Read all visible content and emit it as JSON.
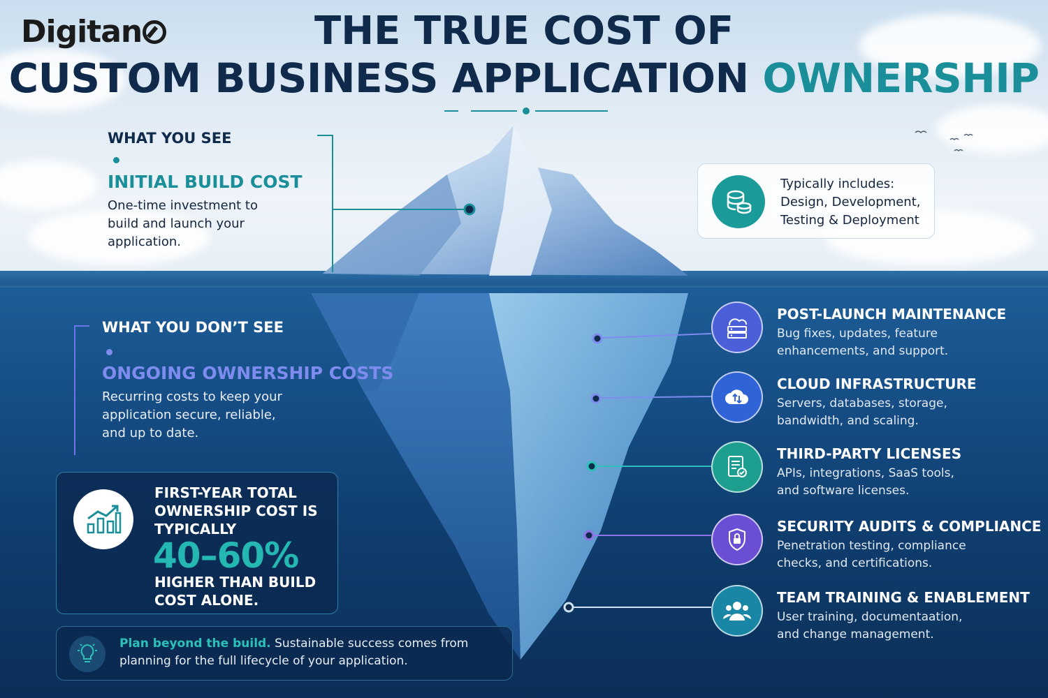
{
  "logo": {
    "text_prefix": "Digitan"
  },
  "title": {
    "line1": "THE TRUE COST OF",
    "line2_main": "CUSTOM BUSINESS APPLICATION",
    "line2_accent": "OWNERSHIP"
  },
  "visible_section": {
    "label": "WHAT YOU SEE",
    "heading": "INITIAL BUILD COST",
    "description": "One-time investment to build and launch your application."
  },
  "includes_card": {
    "icon": "database-icon",
    "text": "Typically includes: Design, Development, Testing & Deployment"
  },
  "hidden_section": {
    "label": "WHAT YOU DON’T SEE",
    "heading": "ONGOING OWNERSHIP COSTS",
    "description": "Recurring costs to keep your application secure, reliable, and up to date."
  },
  "stat": {
    "icon": "bar-chart-growth-icon",
    "line1": "FIRST-YEAR TOTAL OWNERSHIP COST IS TYPICALLY",
    "value": "40–60%",
    "line2": "HIGHER THAN BUILD COST ALONE."
  },
  "note": {
    "icon": "lightbulb-icon",
    "highlight": "Plan beyond the build.",
    "text": " Sustainable success comes from planning for the full lifecycle of your application."
  },
  "items": [
    {
      "icon": "server-cloud-icon",
      "color": "#4a5fd8",
      "heading": "POST-LAUNCH MAINTENANCE",
      "description": "Bug fixes, updates, feature enhancements, and support."
    },
    {
      "icon": "cloud-sync-icon",
      "color": "#2f63d6",
      "heading": "CLOUD INFRASTRUCTURE",
      "description": "Servers, databases, storage, bandwidth, and scaling."
    },
    {
      "icon": "license-document-icon",
      "color": "#1d9e8f",
      "heading": "THIRD-PARTY LICENSES",
      "description": "APIs, integrations, SaaS tools, and software licenses."
    },
    {
      "icon": "security-shield-icon",
      "color": "#6a4fd4",
      "heading": "SECURITY AUDITS & COMPLIANCE",
      "description": "Penetration testing, compliance checks, and certifications."
    },
    {
      "icon": "team-icon",
      "color": "#1a86a6",
      "heading": "TEAM TRAINING & ENABLEMENT",
      "description": "User training, documentaation, and change management."
    }
  ],
  "colors": {
    "navy": "#0f2a4a",
    "teal": "#1a8f9a",
    "violet": "#7e8cf0",
    "stat_teal": "#25b7b2"
  }
}
